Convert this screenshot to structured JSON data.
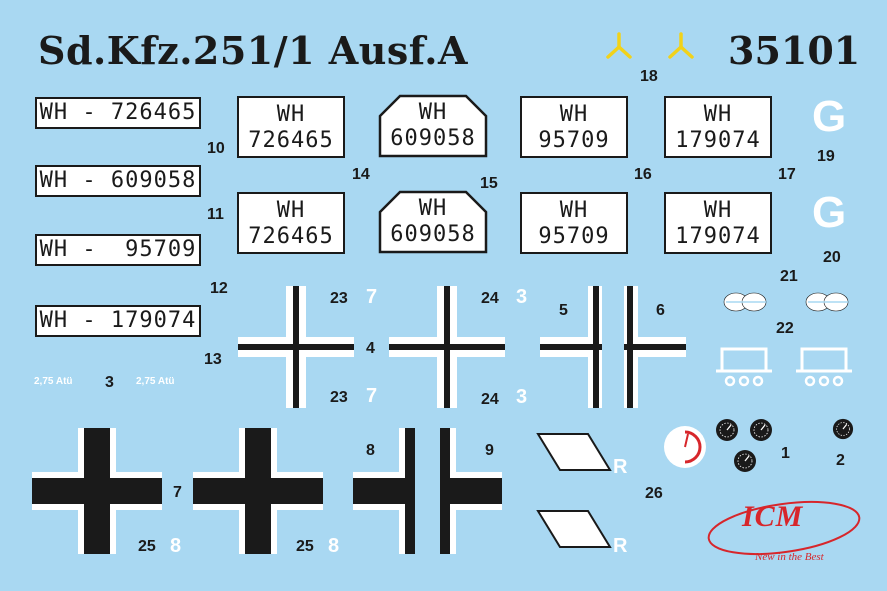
{
  "header": {
    "title": "Sd.Kfz.251/1 Ausf.A",
    "code": "35101"
  },
  "plates": {
    "p1": "WH - 726465",
    "p2": "WH - 609058",
    "p3": "WH -  95709",
    "p4": "WH - 179074",
    "wh": "WH",
    "n1": "726465",
    "n2": "609058",
    "n3": "95709",
    "n4": "179074"
  },
  "labels": {
    "l1": "1",
    "l2": "2",
    "l3": "3",
    "l4": "4",
    "l5": "5",
    "l6": "6",
    "l7": "7",
    "l8": "8",
    "l9": "9",
    "l10": "10",
    "l11": "11",
    "l12": "12",
    "l13": "13",
    "l14": "14",
    "l15": "15",
    "l16": "16",
    "l17": "17",
    "l18": "18",
    "l19": "19",
    "l20": "20",
    "l21": "21",
    "l22": "22",
    "l23": "23",
    "l24": "24",
    "l25": "25",
    "l26": "26"
  },
  "white_numbers": {
    "three": "3",
    "seven": "7",
    "eight": "8"
  },
  "tyre_pressure": "2,75 Atü",
  "symbols": {
    "g": "G",
    "r": "R"
  },
  "brand": {
    "name": "ICM",
    "slogan": "New in the Best"
  },
  "colors": {
    "background": "#a9d8f2",
    "ink": "#1a1a1a",
    "brand_red": "#d7262b",
    "yellow": "#f1d21a"
  },
  "icons": [
    "trident-icon",
    "balkenkreuz-icon",
    "oak-leaf-icon",
    "trailer-icon",
    "gauge-icon",
    "rhombus-icon"
  ]
}
